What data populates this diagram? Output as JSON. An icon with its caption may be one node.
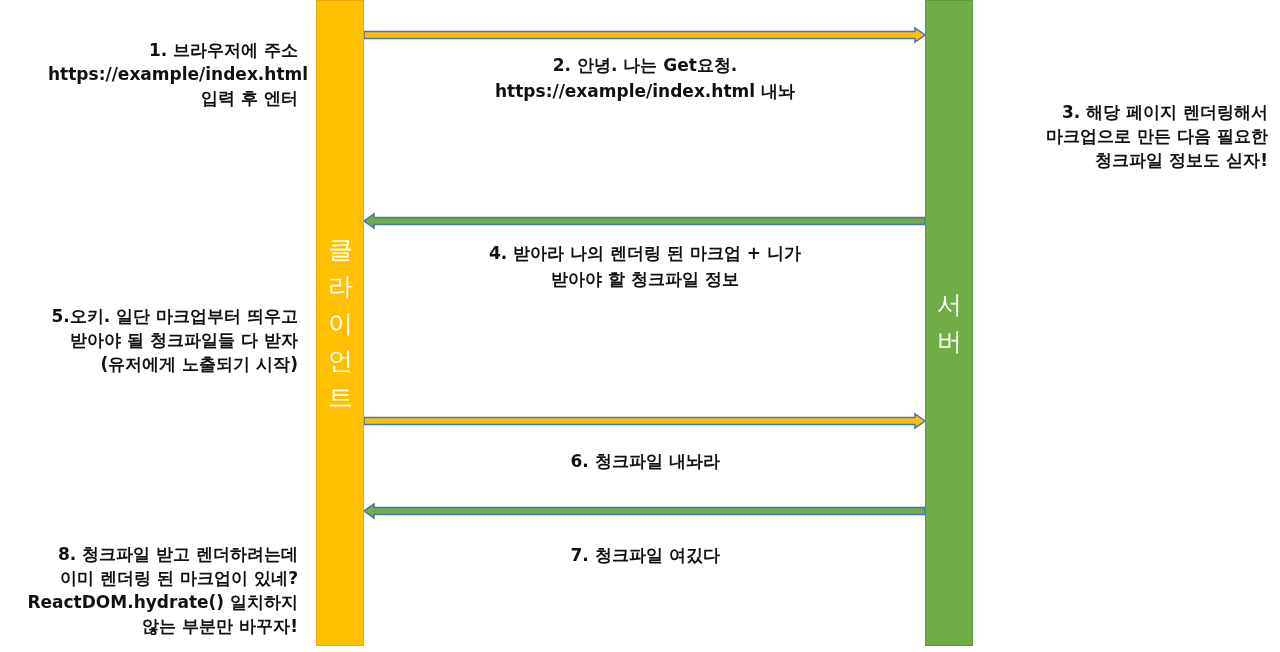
{
  "diagram": {
    "nodes": [
      {
        "text": [
          "클라이언트"
        ],
        "beside": [
          "1. 브라우저에 주소 https://example/index.html 입력 후 엔터",
          "5.오키. 일단 마크업부터 띄우고 받아야 될 청크파일들 다 받자 (유저에게 노출되기 시작)",
          "8. 청크파일 받고 렌더하려는데 이미 렌더링 된 마크업이 있네? ReactDOM.hydrate() 일치하지 않는 부분만 바꾸자!"
        ]
      },
      {
        "text": [
          "서버"
        ]
      }
    ],
    "labels": [
      "3. 해당 페이지 렌더링해서 마크업으로 만든 다음 필요한 청크파일 정보도 싣자!"
    ],
    "edges": [
      {
        "from": 0,
        "to": 1,
        "arrow": "to",
        "label": "2. 안녕. 나는 Get요청. https://example/index.html 내놔",
        "color": "#ffc000"
      },
      {
        "from": 1,
        "to": 0,
        "arrow": "to",
        "label": "4. 받아라 나의 렌더링 된 마크업 + 니가 받아야 할 청크파일 정보",
        "color": "#70ad47"
      },
      {
        "from": 0,
        "to": 1,
        "arrow": "to",
        "label": "6. 청크파일 내놔라",
        "color": "#ffc000"
      },
      {
        "from": 1,
        "to": 0,
        "arrow": "to",
        "label": "7. 청크파일 여깄다",
        "color": "#70ad47"
      }
    ]
  }
}
